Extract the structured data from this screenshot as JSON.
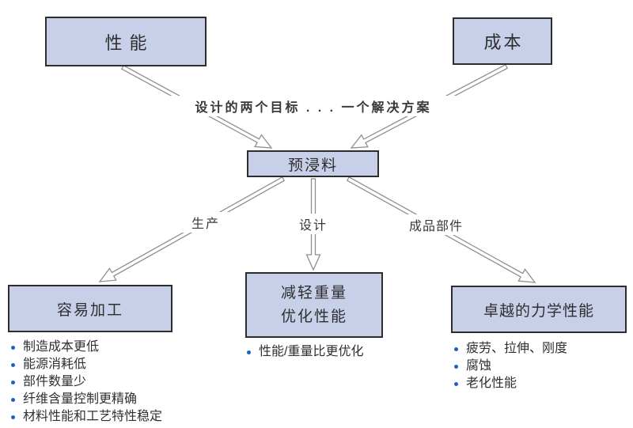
{
  "diagram": {
    "colors": {
      "box_fill": "#c8d0e9",
      "box_border": "#2d2d2d",
      "arrow_stroke": "#8f8f8f",
      "bullet": "#1f5fc4"
    },
    "top_boxes": [
      {
        "label": "性能"
      },
      {
        "label": "成本"
      }
    ],
    "goal_text": "设计的两个目标 . . . 一个解决方案",
    "center_box": {
      "label": "预浸料"
    },
    "branch_labels": [
      {
        "label": "生产"
      },
      {
        "label": "设计"
      },
      {
        "label": "成品部件"
      }
    ],
    "outcomes": [
      {
        "title_lines": [
          "容易加工"
        ],
        "bullets": [
          "制造成本更低",
          "能源消耗低",
          "部件数量少",
          "纤维含量控制更精确",
          "材料性能和工艺特性稳定"
        ]
      },
      {
        "title_lines": [
          "减轻重量",
          "优化性能"
        ],
        "bullets": [
          "性能/重量比更优化"
        ]
      },
      {
        "title_lines": [
          "卓越的力学性能"
        ],
        "bullets": [
          "疲劳、拉伸、刚度",
          "腐蚀",
          "老化性能"
        ]
      }
    ]
  }
}
